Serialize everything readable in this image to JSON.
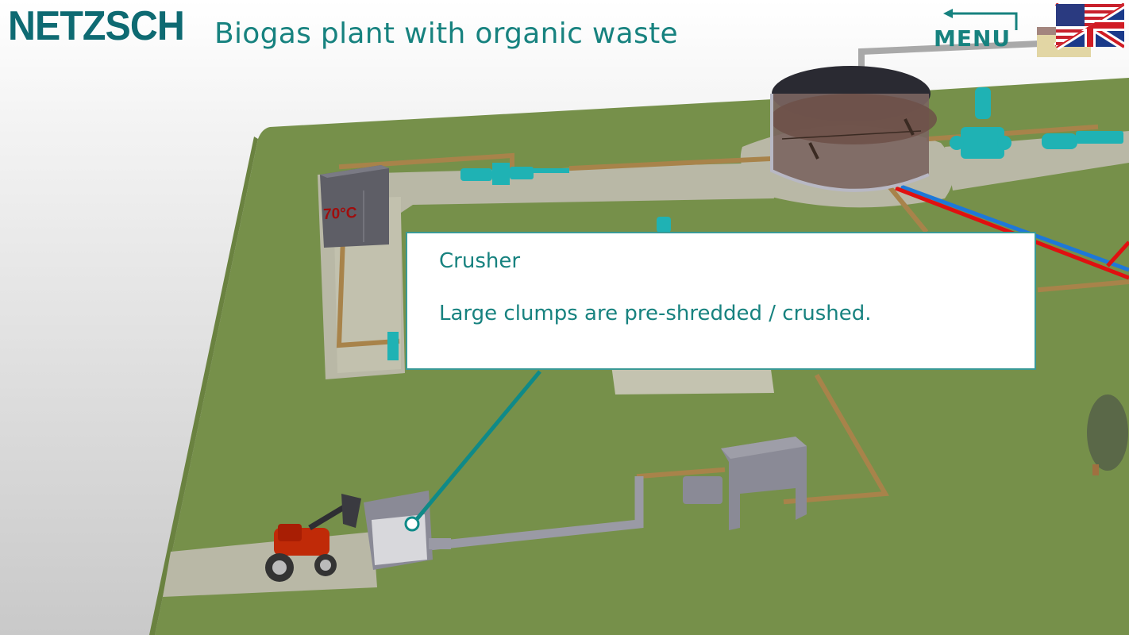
{
  "header": {
    "logo": "NETZSCH",
    "title": "Biogas plant with organic waste",
    "menu_label": "MENU",
    "menu_icon": "back-arrow-icon",
    "language_icon": "flag-us-uk-icon"
  },
  "scene": {
    "heater_label": "70°C",
    "components": [
      "heater",
      "progressive-cavity-pump",
      "digester-tank",
      "macerator-pump",
      "crusher",
      "tractor",
      "separator",
      "tree"
    ]
  },
  "popup": {
    "title": "Crusher",
    "text": "Large clumps are pre-shredded / crushed."
  },
  "colors": {
    "brand": "#0e6a72",
    "accent": "#17827f",
    "ground": "#76904a",
    "path": "#b9b8a6",
    "pump": "#1fb2b4",
    "heat_pipe_red": "#e01010",
    "heat_pipe_blue": "#1e78d8"
  }
}
